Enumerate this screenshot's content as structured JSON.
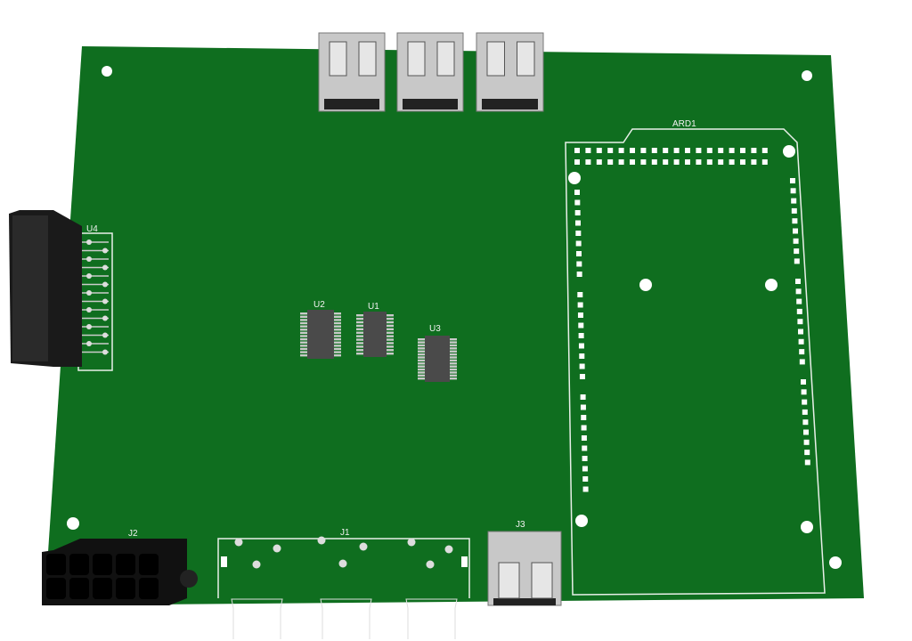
{
  "board": {
    "colors": {
      "pcb": "#0f6e1f",
      "silk": "#e8efe8",
      "chip": "#4a4a4a",
      "connector": "#1a1a1a",
      "usb": "#c8c8c8"
    },
    "designators": {
      "ard1": "ARD1",
      "u4": "U4",
      "u2": "U2",
      "u1": "U1",
      "u3": "U3",
      "j2": "J2",
      "j1": "J1",
      "j3": "J3"
    }
  }
}
